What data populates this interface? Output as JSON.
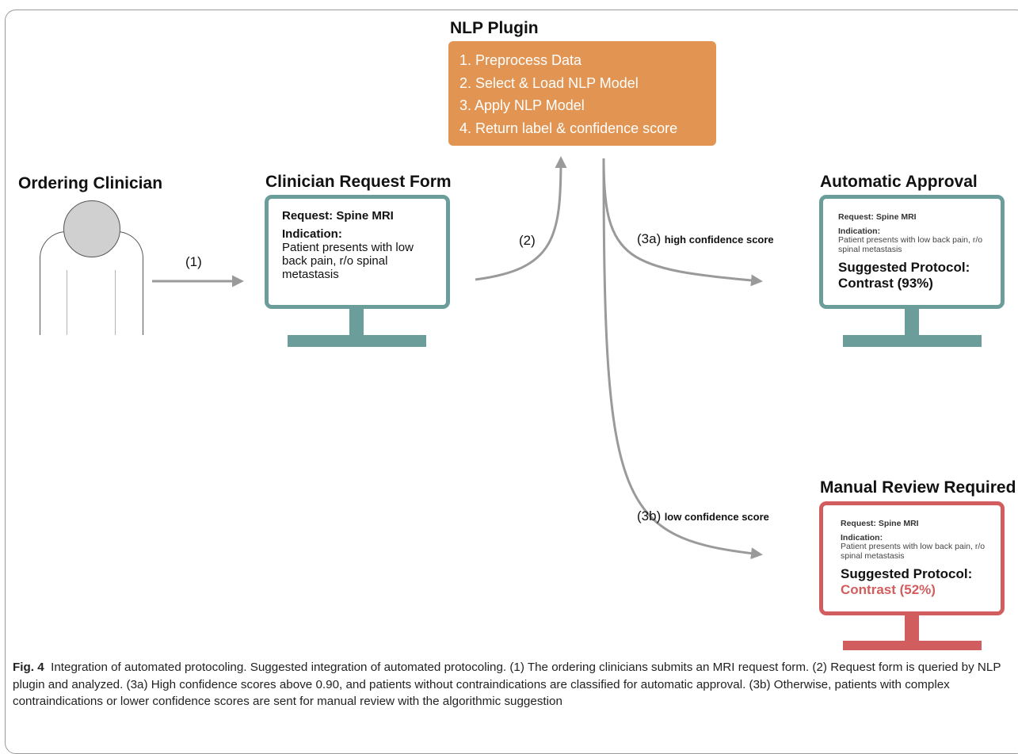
{
  "nlp_plugin": {
    "title": "NLP Plugin",
    "steps": [
      "1. Preprocess Data",
      "2. Select & Load NLP Model",
      "3. Apply NLP Model",
      "4. Return label & confidence score"
    ]
  },
  "ordering_clinician": {
    "title": "Ordering Clinician"
  },
  "request_form": {
    "title": "Clinician Request Form",
    "request": "Request: Spine MRI",
    "indication_label": "Indication:",
    "indication_lines": [
      "Patient presents with low",
      "back pain, r/o spinal",
      "metastasis"
    ]
  },
  "automatic_approval": {
    "title": "Automatic Approval",
    "request": "Request: Spine MRI",
    "indication_label": "Indication:",
    "indication_lines": [
      "Patient presents with low back pain, r/o",
      "spinal metastasis"
    ],
    "protocol_label": "Suggested Protocol:",
    "protocol_value": "Contrast (93%)"
  },
  "manual_review": {
    "title": "Manual Review Required",
    "request": "Request: Spine MRI",
    "indication_label": "Indication:",
    "indication_lines": [
      "Patient presents with low back pain, r/o",
      "spinal metastasis"
    ],
    "protocol_label": "Suggested Protocol:",
    "protocol_value": "Contrast (52%)"
  },
  "flow_labels": {
    "step1": "(1)",
    "step2": "(2)",
    "step3a": "(3a)",
    "step3a_text": "high confidence score",
    "step3b": "(3b)",
    "step3b_text": "low confidence score"
  },
  "colors": {
    "plugin": "#e29552",
    "teal_monitor": "#6b9e9a",
    "red_monitor": "#d25d5e",
    "arrow": "#9a9a9a"
  },
  "caption": {
    "figure": "Fig. 4",
    "text": "Integration of automated protocoling. Suggested integration of automated protocoling. (1) The ordering clinicians submits an MRI request form. (2) Request form is queried by NLP plugin and analyzed. (3a) High confidence scores above 0.90, and patients without contraindications are classified for automatic approval. (3b) Otherwise, patients with complex contraindications or lower confidence scores are sent for manual review with the algorithmic suggestion"
  }
}
